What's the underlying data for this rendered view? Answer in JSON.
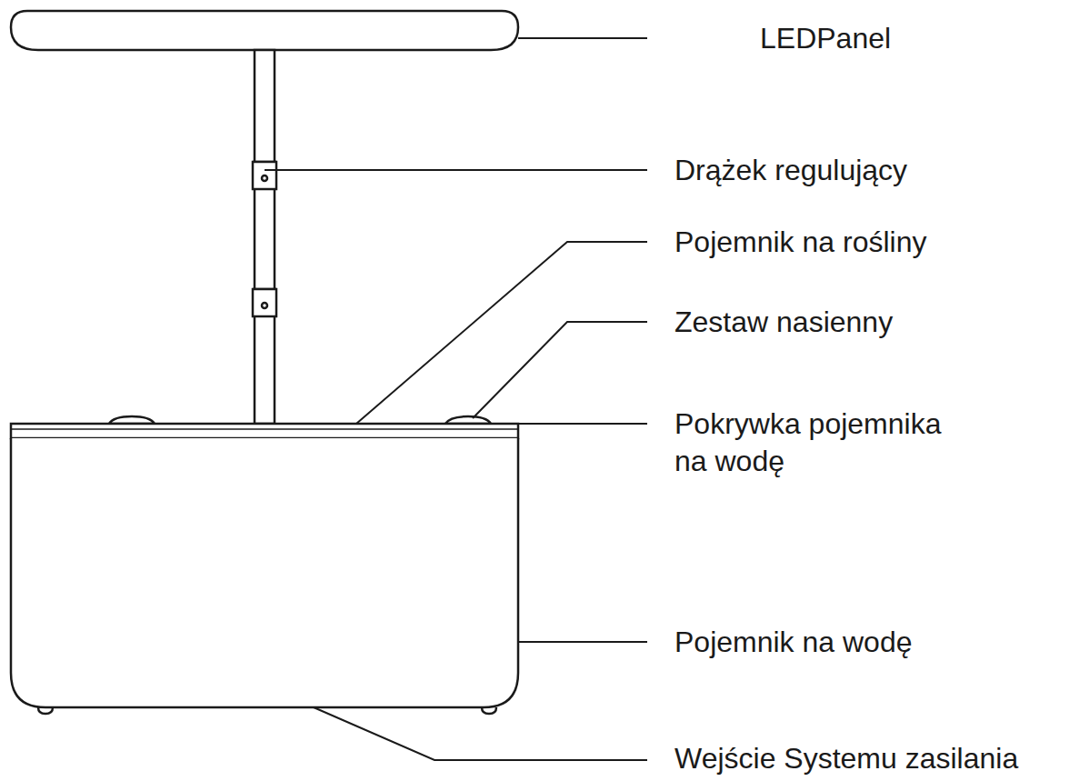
{
  "diagram": {
    "labels": [
      "LEDPanel",
      "Drążek regulujący",
      "Pojemnik na rośliny",
      "Zestaw nasienny",
      "Pokrywka pojemnika na wodę",
      "Pojemnik na wodę",
      "Wejście Systemu zasilania"
    ]
  }
}
